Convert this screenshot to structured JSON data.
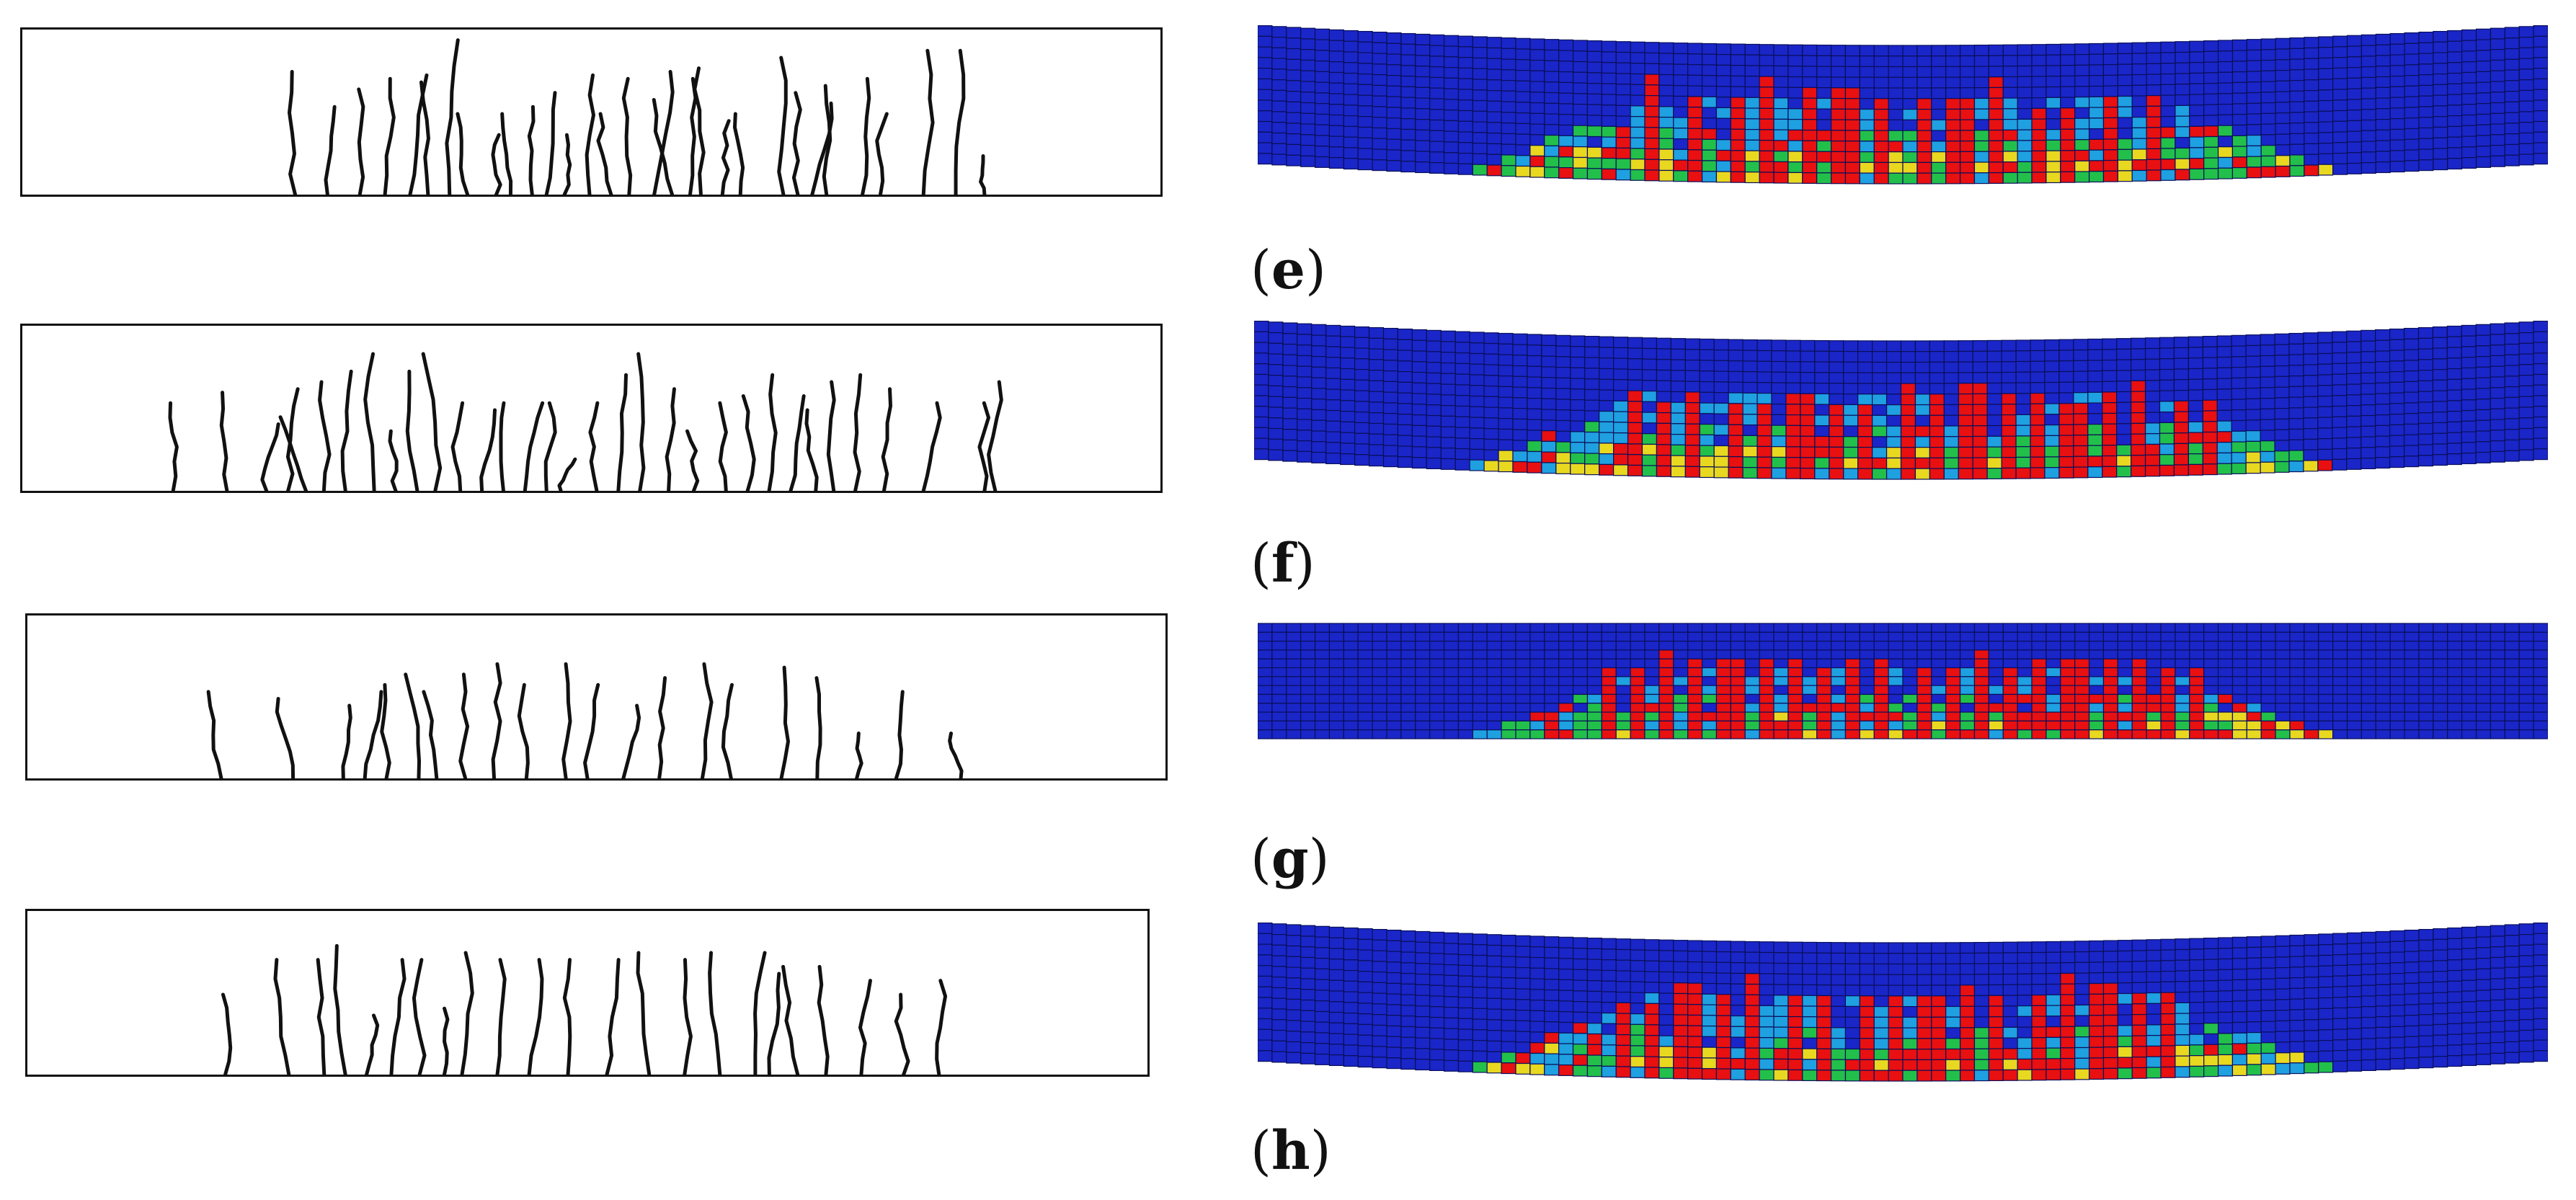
{
  "figure": {
    "panels": [
      {
        "id": "e",
        "label_open": "(",
        "letter": "e",
        "label_close": ")"
      },
      {
        "id": "f",
        "label_open": "(",
        "letter": "f",
        "label_close": ")"
      },
      {
        "id": "g",
        "label_open": "(",
        "letter": "g",
        "label_close": ")"
      },
      {
        "id": "h",
        "label_open": "(",
        "letter": "h",
        "label_close": ")"
      }
    ],
    "colors": {
      "crack_line": "#111111",
      "beam_background": "#1a26c8",
      "mesh_line": "#0a0f5a",
      "damage_low": "#1fa0e0",
      "damage_mid": "#22c04a",
      "damage_high": "#e8d820",
      "damage_max": "#e81010"
    }
  }
}
